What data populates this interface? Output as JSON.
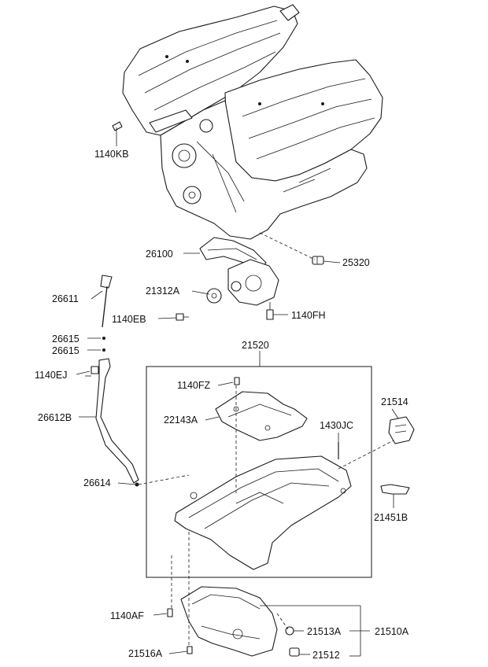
{
  "labels": {
    "l_1140KB": "1140KB",
    "l_26100": "26100",
    "l_25320": "25320",
    "l_21312A": "21312A",
    "l_26611": "26611",
    "l_1140EB": "1140EB",
    "l_1140FH": "1140FH",
    "l_26615a": "26615",
    "l_26615b": "26615",
    "l_21520": "21520",
    "l_1140EJ": "1140EJ",
    "l_1140FZ": "1140FZ",
    "l_21514": "21514",
    "l_26612B": "26612B",
    "l_22143A": "22143A",
    "l_1430JC": "1430JC",
    "l_26614": "26614",
    "l_21451B": "21451B",
    "l_1140AF": "1140AF",
    "l_21513A": "21513A",
    "l_21510A": "21510A",
    "l_21516A": "21516A",
    "l_21512": "21512"
  },
  "colors": {
    "line": "#1a1a1a",
    "shade": "#e8e8e8",
    "background": "#ffffff"
  }
}
